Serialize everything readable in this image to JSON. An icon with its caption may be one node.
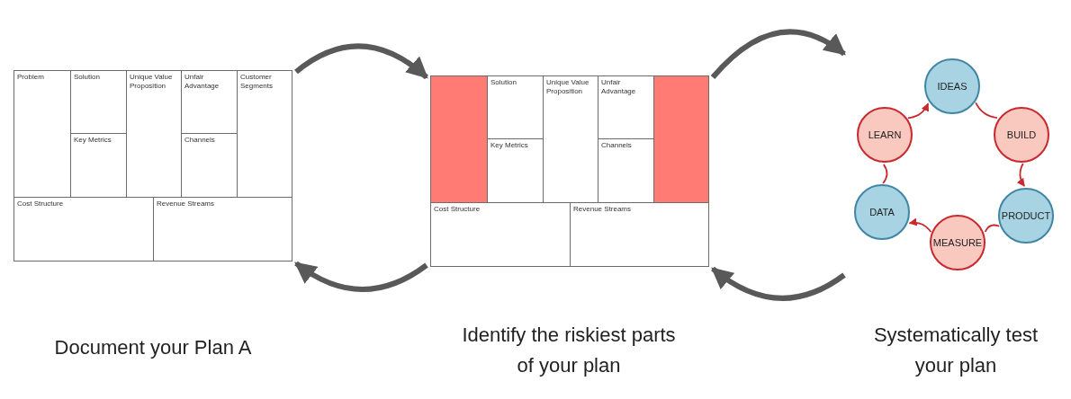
{
  "diagram": {
    "nodes": [
      {
        "text": [],
        "shape": "box",
        "beside": [
          "Document your Plan A"
        ]
      },
      {
        "text": [
          "Problem"
        ],
        "in": 0
      },
      {
        "text": [
          "Solution"
        ],
        "in": 0
      },
      {
        "text": [
          "Unique Value Proposition"
        ],
        "in": 0
      },
      {
        "text": [
          "Unfair Advantage"
        ],
        "in": 0
      },
      {
        "text": [
          "Customer Segments"
        ],
        "in": 0
      },
      {
        "text": [
          "Key Metrics"
        ],
        "in": 0
      },
      {
        "text": [
          "Channels"
        ],
        "in": 0
      },
      {
        "text": [
          "Cost Structure"
        ],
        "in": 0
      },
      {
        "text": [
          "Revenue Streams"
        ],
        "in": 0
      },
      {
        "text": [],
        "shape": "box",
        "beside": [
          "Identify the riskiest parts of your plan"
        ]
      },
      {
        "text": [],
        "shape": "box",
        "in": 10
      },
      {
        "text": [
          "Solution"
        ],
        "in": 10
      },
      {
        "text": [
          "Unique Value Proposition"
        ],
        "in": 10
      },
      {
        "text": [
          "Unfair Advantage"
        ],
        "in": 10
      },
      {
        "text": [],
        "shape": "box",
        "in": 10
      },
      {
        "text": [
          "Key Metrics"
        ],
        "in": 10
      },
      {
        "text": [
          "Channels"
        ],
        "in": 10
      },
      {
        "text": [
          "Cost Structure"
        ],
        "in": 10
      },
      {
        "text": [
          "Revenue Streams"
        ],
        "in": 10
      },
      {
        "text": [],
        "shape": "cycle",
        "beside": [
          "Systematically test your plan"
        ]
      },
      {
        "text": [
          "IDEAS"
        ],
        "in": 20
      },
      {
        "text": [
          "BUILD"
        ],
        "in": 20
      },
      {
        "text": [
          "PRODUCT"
        ],
        "in": 20
      },
      {
        "text": [
          "MEASURE"
        ],
        "in": 20
      },
      {
        "text": [
          "DATA"
        ],
        "in": 20
      },
      {
        "text": [
          "LEARN"
        ],
        "in": 20
      }
    ],
    "edges": [
      {
        "from": 0,
        "to": 10,
        "arrow": "to",
        "style": "thick",
        "color": "#595959"
      },
      {
        "from": 10,
        "to": 20,
        "arrow": "to",
        "style": "thick",
        "color": "#595959"
      },
      {
        "from": 10,
        "to": 0,
        "arrow": "to",
        "style": "thick",
        "color": "#595959"
      },
      {
        "from": 20,
        "to": 10,
        "arrow": "to",
        "style": "thick",
        "color": "#595959"
      },
      {
        "from": 21,
        "to": 22,
        "arrow": "none"
      },
      {
        "from": 22,
        "to": 23,
        "arrow": "to"
      },
      {
        "from": 23,
        "to": 24,
        "arrow": "none"
      },
      {
        "from": 24,
        "to": 25,
        "arrow": "to"
      },
      {
        "from": 25,
        "to": 26,
        "arrow": "none"
      },
      {
        "from": 26,
        "to": 21,
        "arrow": "to"
      }
    ]
  }
}
